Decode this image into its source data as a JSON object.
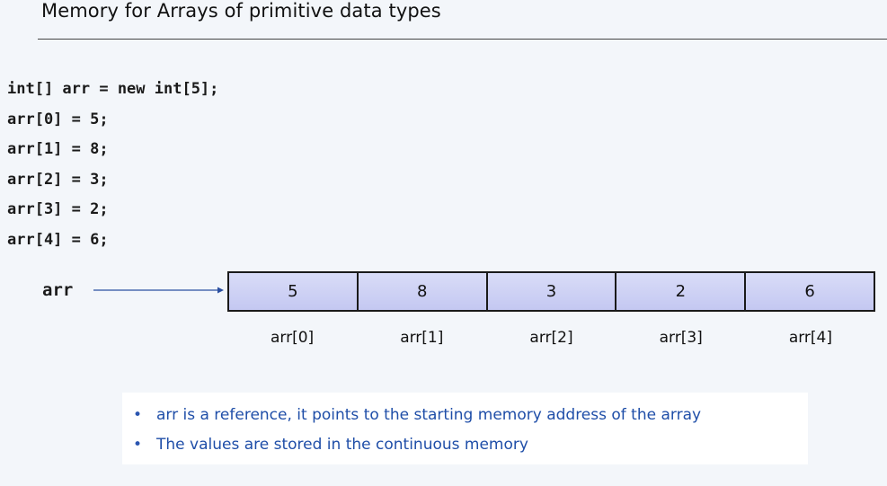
{
  "title": "Memory for Arrays of primitive data types",
  "code_lines": [
    "int[] arr = new int[5];",
    "arr[0] = 5;",
    "arr[1] = 8;",
    "arr[2] = 3;",
    "arr[3] = 2;",
    "arr[4] = 6;"
  ],
  "diagram": {
    "variable_label": "arr",
    "cells": [
      "5",
      "8",
      "3",
      "2",
      "6"
    ],
    "indices": [
      "arr[0]",
      "arr[1]",
      "arr[2]",
      "arr[3]",
      "arr[4]"
    ],
    "cell_color": "#c8ccf4",
    "arrow_color": "#2a4fa0"
  },
  "notes": [
    "arr is a reference, it points to the starting memory address of the array",
    "The values are stored in the continuous memory"
  ],
  "colors": {
    "background": "#f3f6fa",
    "note_text": "#1f4ea8"
  }
}
